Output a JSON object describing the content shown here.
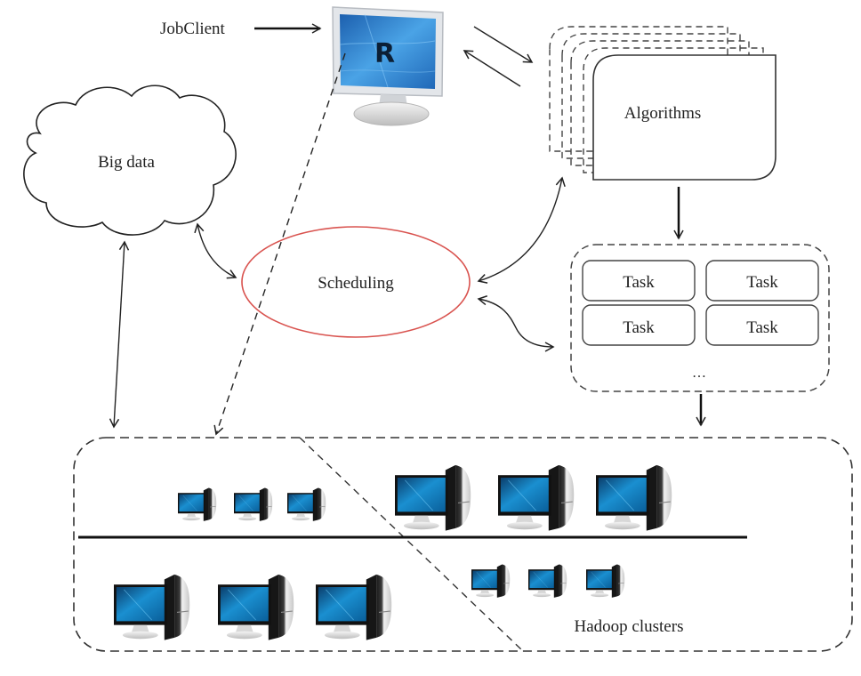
{
  "diagram": {
    "nodes": {
      "job_client": {
        "label": "JobClient"
      },
      "r_client": {
        "label": "R",
        "icon": "r-monitor-icon"
      },
      "algorithms": {
        "label": "Algorithms",
        "stack_count": 5
      },
      "big_data": {
        "label": "Big data",
        "shape": "cloud"
      },
      "scheduling": {
        "label": "Scheduling",
        "shape": "ellipse",
        "stroke_color": "#d9534f"
      },
      "task_pool": {
        "tasks": [
          "Task",
          "Task",
          "Task",
          "Task"
        ],
        "more": "..."
      },
      "hadoop": {
        "label": "Hadoop clusters",
        "groups": [
          {
            "name": "top-left",
            "computers": 3,
            "size": "small"
          },
          {
            "name": "top-right",
            "computers": 3,
            "size": "large"
          },
          {
            "name": "bottom-left",
            "computers": 3,
            "size": "large"
          },
          {
            "name": "bottom-right",
            "computers": 3,
            "size": "small"
          }
        ]
      }
    },
    "edges": [
      {
        "from": "JobClient",
        "to": "R",
        "style": "solid",
        "direction": "forward"
      },
      {
        "from": "R",
        "to": "Algorithms",
        "style": "solid",
        "direction": "both-parallel"
      },
      {
        "from": "Algorithms",
        "to": "Task pool",
        "style": "solid",
        "direction": "forward"
      },
      {
        "from": "Task pool",
        "to": "Hadoop clusters",
        "style": "solid",
        "direction": "forward"
      },
      {
        "from": "Big data",
        "to": "Scheduling",
        "style": "curved",
        "direction": "both"
      },
      {
        "from": "Scheduling",
        "to": "Algorithms",
        "style": "curved",
        "direction": "both"
      },
      {
        "from": "Scheduling",
        "to": "Task pool",
        "style": "curved",
        "direction": "both"
      },
      {
        "from": "Big data",
        "to": "Hadoop clusters",
        "style": "solid",
        "direction": "both"
      },
      {
        "from": "R",
        "to": "Hadoop clusters",
        "style": "dashed",
        "direction": "forward"
      }
    ],
    "colors": {
      "line": "#222222",
      "scheduling_ellipse": "#d9534f",
      "screen_blue": "#1a8fd0"
    }
  }
}
